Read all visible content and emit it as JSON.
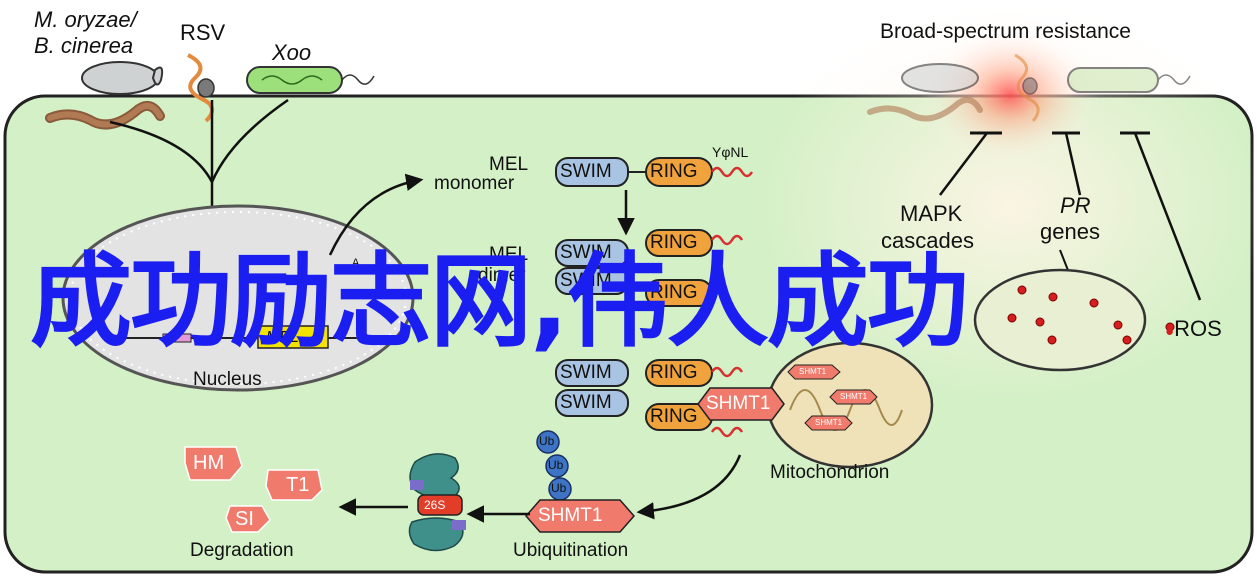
{
  "pathogens": {
    "fungus": "M. oryzae/\nB. cinerea",
    "fungus_line1": "M. oryzae/",
    "fungus_line2": "B. cinerea",
    "virus": "RSV",
    "bacterium": "Xoo"
  },
  "resistance": {
    "title": "Broad-spectrum resistance",
    "mapk_line1": "MAPK",
    "mapk_line2": "cascades",
    "pr_line1": "PR",
    "pr_line2": "genes",
    "ros": "ROS"
  },
  "nucleus": {
    "label": "Nucleus",
    "gene_fragment": "MEL",
    "arrow_hint": "A"
  },
  "mel": {
    "monomer_line1": "MEL",
    "monomer_line2": "monomer",
    "dimer_line1": "MEL",
    "dimer_line2": "dimer",
    "swim": "SWIM",
    "ring": "RING",
    "motif": "YφNL"
  },
  "mito": {
    "label": "Mitochondrion",
    "shmt1": "SHMT1",
    "small_shmt1": "SHMT1"
  },
  "ubiq": {
    "label": "Ubiquitination",
    "ub": "Ub",
    "shmt1": "SHMT1",
    "proteasome": "26S"
  },
  "degradation": {
    "label": "Degradation",
    "frag1": "HM",
    "frag2": "T1",
    "frag3": "SI"
  },
  "overlay": {
    "text": "成功励志网,伟人成功"
  },
  "colors": {
    "cell_fill": "#d3f0c6",
    "swim_fill": "#a9c4e2",
    "ring_fill": "#f0a23c",
    "shmt_fill": "#f07a6b",
    "mito_fill": "#efe2b8",
    "ub_fill": "#3d74c6",
    "overlay_text": "#1b1ef0",
    "glow": "#ff4d4d"
  }
}
